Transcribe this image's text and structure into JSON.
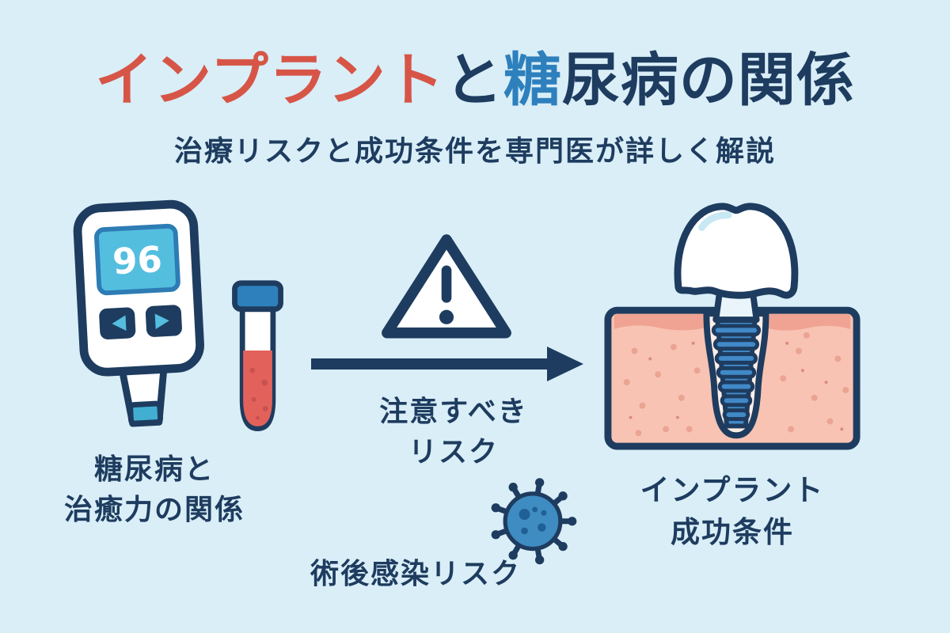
{
  "title": {
    "implant": "インプラント",
    "to": "と",
    "tou": "糖",
    "rest": "尿病の関係"
  },
  "subtitle": "治療リスクと成功条件を専門医が詳しく解説",
  "meter": {
    "reading": "96"
  },
  "labels": {
    "left_line1": "糖尿病と",
    "left_line2": "治癒力の関係",
    "middle_line1": "注意すべき",
    "middle_line2": "リスク",
    "virus": "術後感染リスク",
    "right_line1": "インプラント",
    "right_line2": "成功条件"
  },
  "icons": [
    "glucose-meter-icon",
    "blood-vial-icon",
    "warning-triangle-icon",
    "arrow-right-icon",
    "virus-icon",
    "dental-implant-icon"
  ],
  "colors": {
    "background": "#d9eef7",
    "navy": "#1e3c5f",
    "accent_red": "#d75547",
    "accent_blue": "#2e80bd",
    "screen_blue": "#54bedf",
    "blood_red": "#e2625b",
    "gum_pink": "#f8c3b3",
    "implant_blue": "#4189c7"
  }
}
